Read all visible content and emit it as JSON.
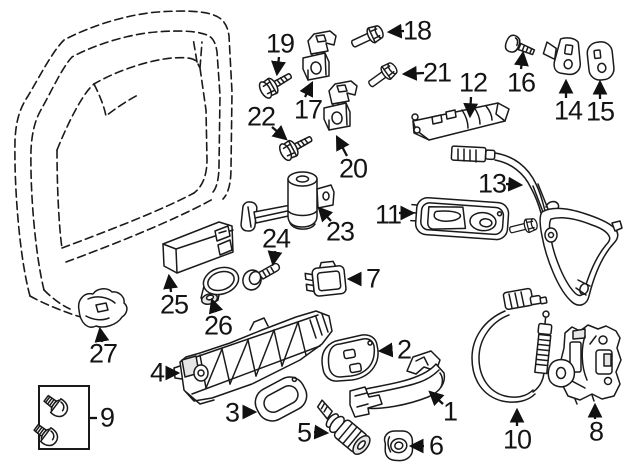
{
  "diagram": {
    "background_color": "#ffffff",
    "line_color": "#1a1a1a",
    "label_color": "#141414",
    "shade_color": "#e6e6e6"
  },
  "callouts": [
    {
      "label": "1"
    },
    {
      "label": "2"
    },
    {
      "label": "3"
    },
    {
      "label": "4"
    },
    {
      "label": "5"
    },
    {
      "label": "6"
    },
    {
      "label": "7"
    },
    {
      "label": "8"
    },
    {
      "label": "9"
    },
    {
      "label": "10"
    },
    {
      "label": "11"
    },
    {
      "label": "12"
    },
    {
      "label": "13"
    },
    {
      "label": "14"
    },
    {
      "label": "15"
    },
    {
      "label": "16"
    },
    {
      "label": "17"
    },
    {
      "label": "18"
    },
    {
      "label": "19"
    },
    {
      "label": "20"
    },
    {
      "label": "21"
    },
    {
      "label": "22"
    },
    {
      "label": "23"
    },
    {
      "label": "24"
    },
    {
      "label": "25"
    },
    {
      "label": "26"
    },
    {
      "label": "27"
    }
  ]
}
